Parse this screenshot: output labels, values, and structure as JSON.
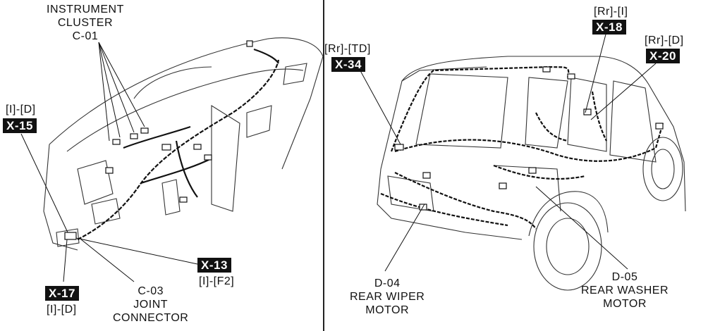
{
  "left_panel": {
    "labels": {
      "instrument_cluster": [
        "INSTRUMENT",
        "CLUSTER",
        "C-01"
      ],
      "joint_connector": [
        "C-03",
        "JOINT",
        "CONNECTOR"
      ]
    },
    "codes": {
      "x15": {
        "code": "X-15",
        "location": "[I]-[D]"
      },
      "x13": {
        "code": "X-13",
        "location": "[I]-[F2]"
      },
      "x17": {
        "code": "X-17",
        "location": "[I]-[D]"
      }
    }
  },
  "right_panel": {
    "labels": {
      "rear_wiper": [
        "D-04",
        "REAR WIPER",
        "MOTOR"
      ],
      "rear_washer": [
        "D-05",
        "REAR WASHER",
        "MOTOR"
      ]
    },
    "codes": {
      "x34": {
        "code": "X-34",
        "location": "[Rr]-[TD]"
      },
      "x18": {
        "code": "X-18",
        "location": "[Rr]-[I]"
      },
      "x20": {
        "code": "X-20",
        "location": "[Rr]-[D]"
      }
    }
  }
}
